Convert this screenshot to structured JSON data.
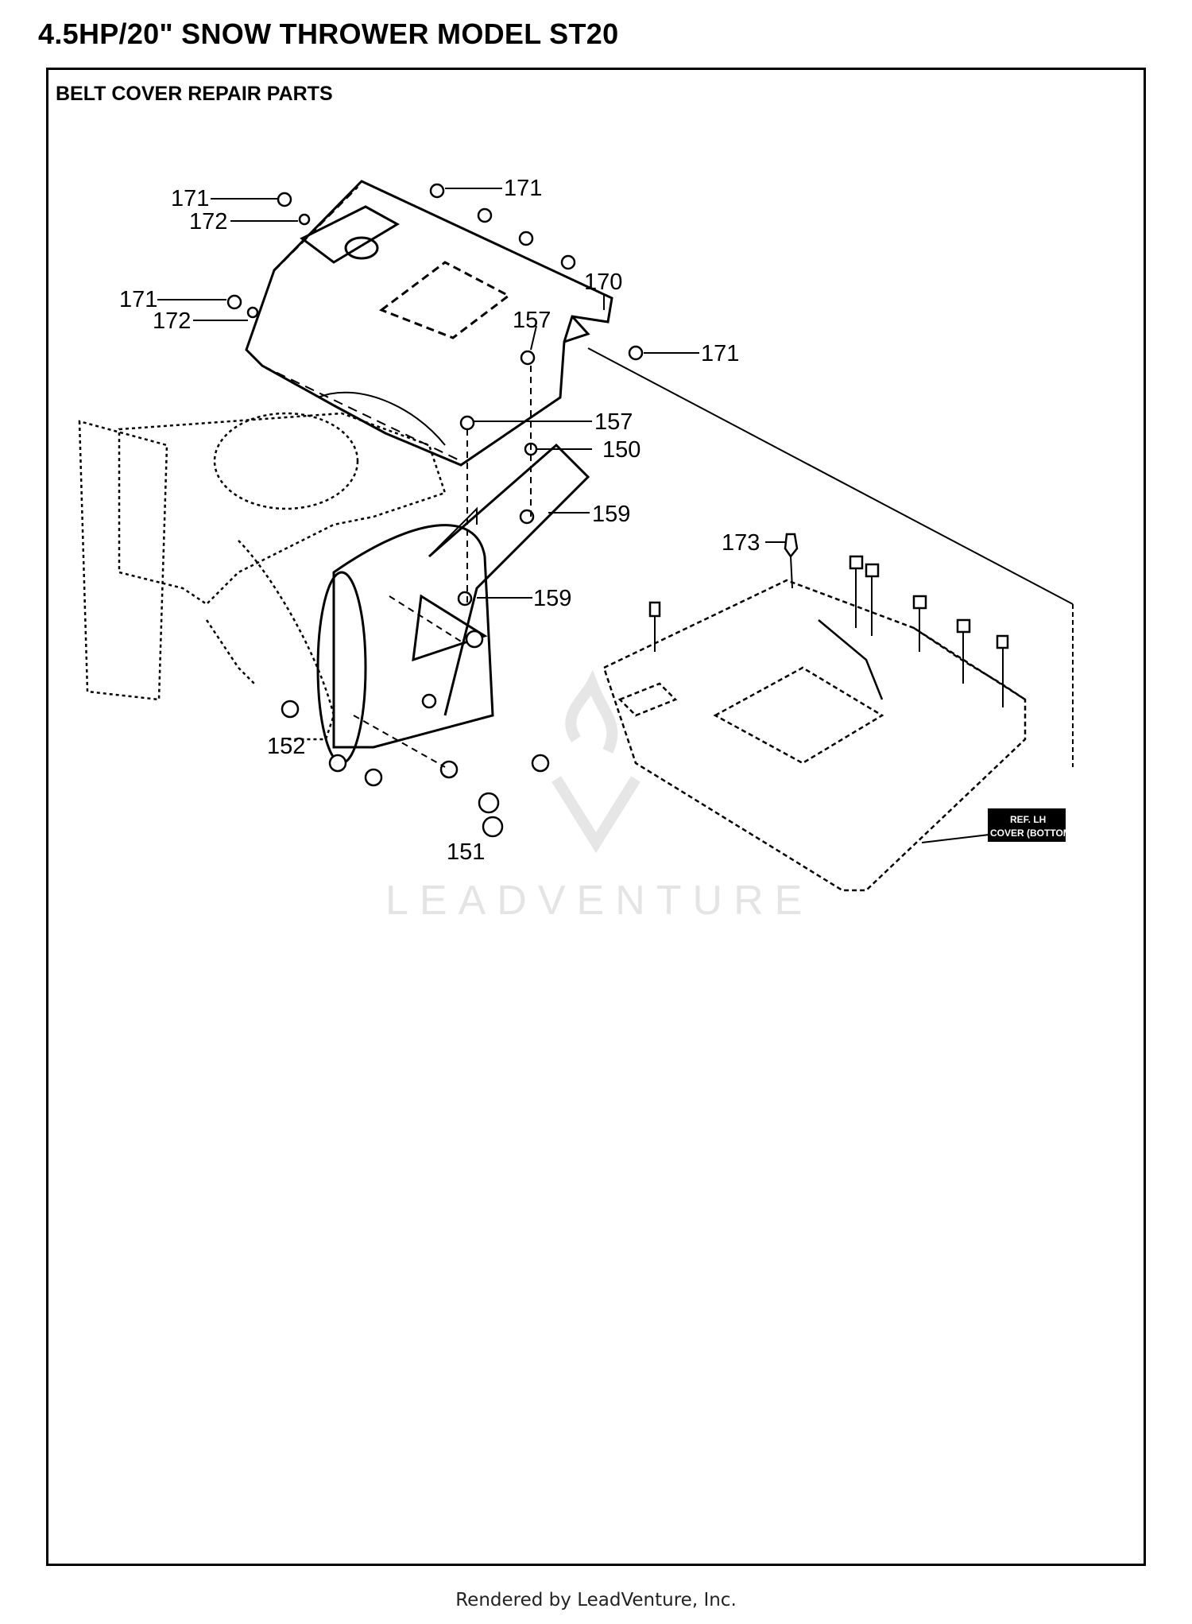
{
  "page_title": "4.5HP/20\" SNOW THROWER MODEL ST20",
  "section_title": "BELT COVER REPAIR PARTS",
  "watermark": "LEADVENTURE",
  "ref_box": {
    "line1": "REF. LH",
    "line2": "COVER (BOTTOM)"
  },
  "footer": "Rendered by LeadVenture, Inc.",
  "callouts": {
    "c171_a": "171",
    "c172_a": "172",
    "c171_b": "171",
    "c172_b": "172",
    "c171_c": "171",
    "c170": "170",
    "c171_d": "171",
    "c157_a": "157",
    "c157_b": "157",
    "c150": "150",
    "c159_a": "159",
    "c159_b": "159",
    "c173": "173",
    "c152": "152",
    "c151": "151"
  }
}
